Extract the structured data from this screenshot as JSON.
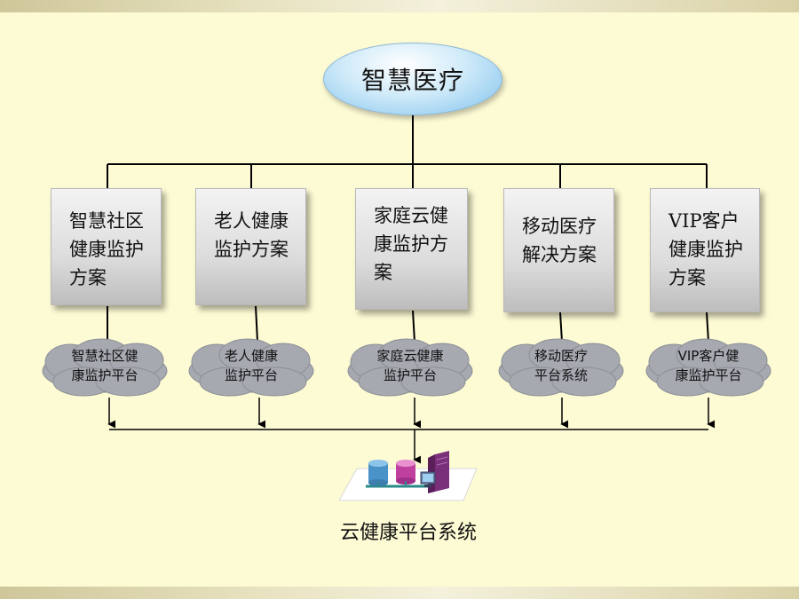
{
  "root": {
    "label": "智慧医疗"
  },
  "solutions": [
    {
      "label": "智慧社区\n健康监护\n方案"
    },
    {
      "label": "老人健康\n监护方案"
    },
    {
      "label": "家庭云健\n康监护方\n案"
    },
    {
      "label": "移动医疗\n解决方案"
    },
    {
      "label": "VIP客户\n健康监护\n方案"
    }
  ],
  "platforms": [
    {
      "label": "智慧社区健\n康监护平台"
    },
    {
      "label": "老人健康\n监护平台"
    },
    {
      "label": "家庭云健康\n监护平台"
    },
    {
      "label": "移动医疗\n平台系统"
    },
    {
      "label": "VIP客户健\n康监护平台"
    }
  ],
  "footer": {
    "label": "云健康平台系统"
  },
  "colors": {
    "background": "#fdfbd4",
    "root_fill": "#7fc1ec",
    "box_fill": "#dcdcdc",
    "cloud_fill": "#a6a9b0",
    "line": "#000000"
  }
}
